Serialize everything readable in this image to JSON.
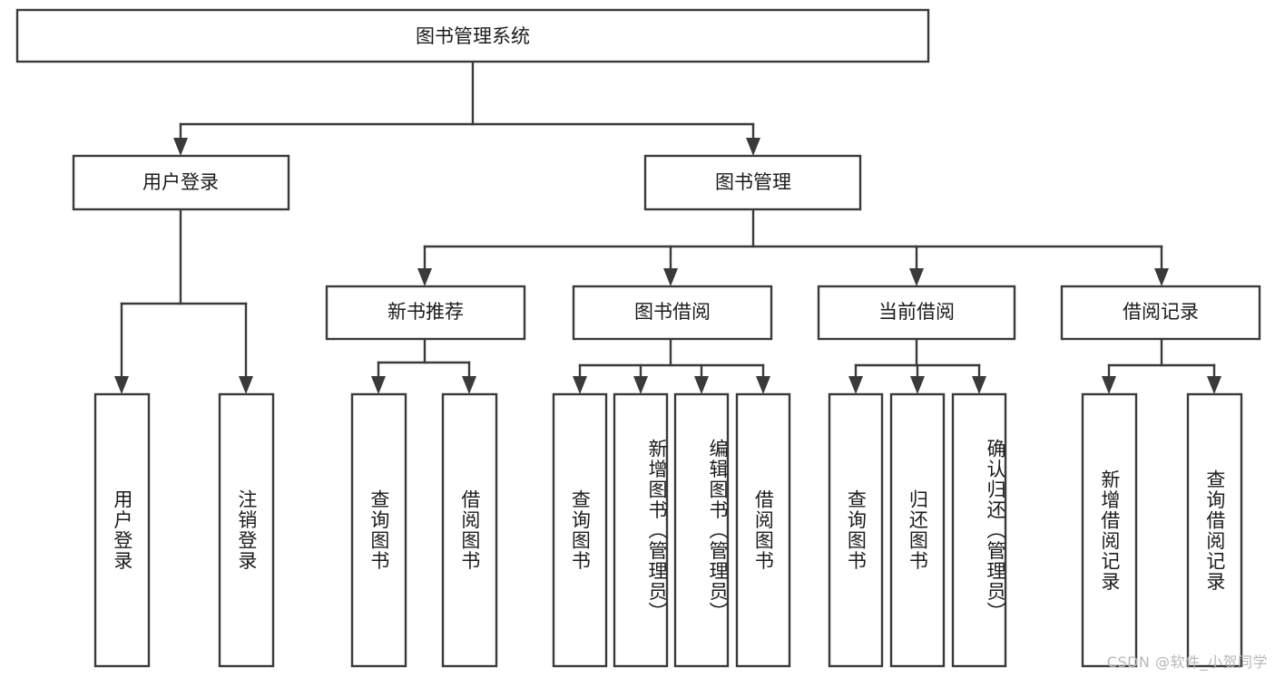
{
  "diagram": {
    "title_node": {
      "label": "图书管理系统"
    },
    "level2": [
      {
        "id": "user-login",
        "label": "用户登录"
      },
      {
        "id": "book-management",
        "label": "图书管理"
      }
    ],
    "level3": [
      {
        "id": "new-book-recommend",
        "label": "新书推荐"
      },
      {
        "id": "book-borrow",
        "label": "图书借阅"
      },
      {
        "id": "current-borrow",
        "label": "当前借阅"
      },
      {
        "id": "borrow-record",
        "label": "借阅记录"
      }
    ],
    "leaves": {
      "user-login": [
        {
          "id": "leaf-user-login",
          "label": "用户登录"
        },
        {
          "id": "leaf-logout-login",
          "label": "注销登录"
        }
      ],
      "new-book-recommend": [
        {
          "id": "leaf-query-book-1",
          "label": "查询图书"
        },
        {
          "id": "leaf-borrow-book-1",
          "label": "借阅图书"
        }
      ],
      "book-borrow": [
        {
          "id": "leaf-query-book-2",
          "label": "查询图书"
        },
        {
          "id": "leaf-add-book",
          "label": "新增图书（管理员）"
        },
        {
          "id": "leaf-edit-book",
          "label": "编辑图书（管理员）"
        },
        {
          "id": "leaf-borrow-book-2",
          "label": "借阅图书"
        }
      ],
      "current-borrow": [
        {
          "id": "leaf-query-book-3",
          "label": "查询图书"
        },
        {
          "id": "leaf-return-book",
          "label": "归还图书"
        },
        {
          "id": "leaf-confirm-return",
          "label": "确认归还（管理员）"
        }
      ],
      "borrow-record": [
        {
          "id": "leaf-add-borrow-record",
          "label": "新增借阅记录"
        },
        {
          "id": "leaf-query-borrow-record",
          "label": "查询借阅记录"
        }
      ]
    },
    "watermark": "CSDN @软件_小贺同学",
    "colors": {
      "box_stroke": "#3a3a3a",
      "box_fill": "#ffffff",
      "text": "#1b1b1b",
      "background": "#ffffff",
      "watermark": "#b8b8b8"
    }
  }
}
